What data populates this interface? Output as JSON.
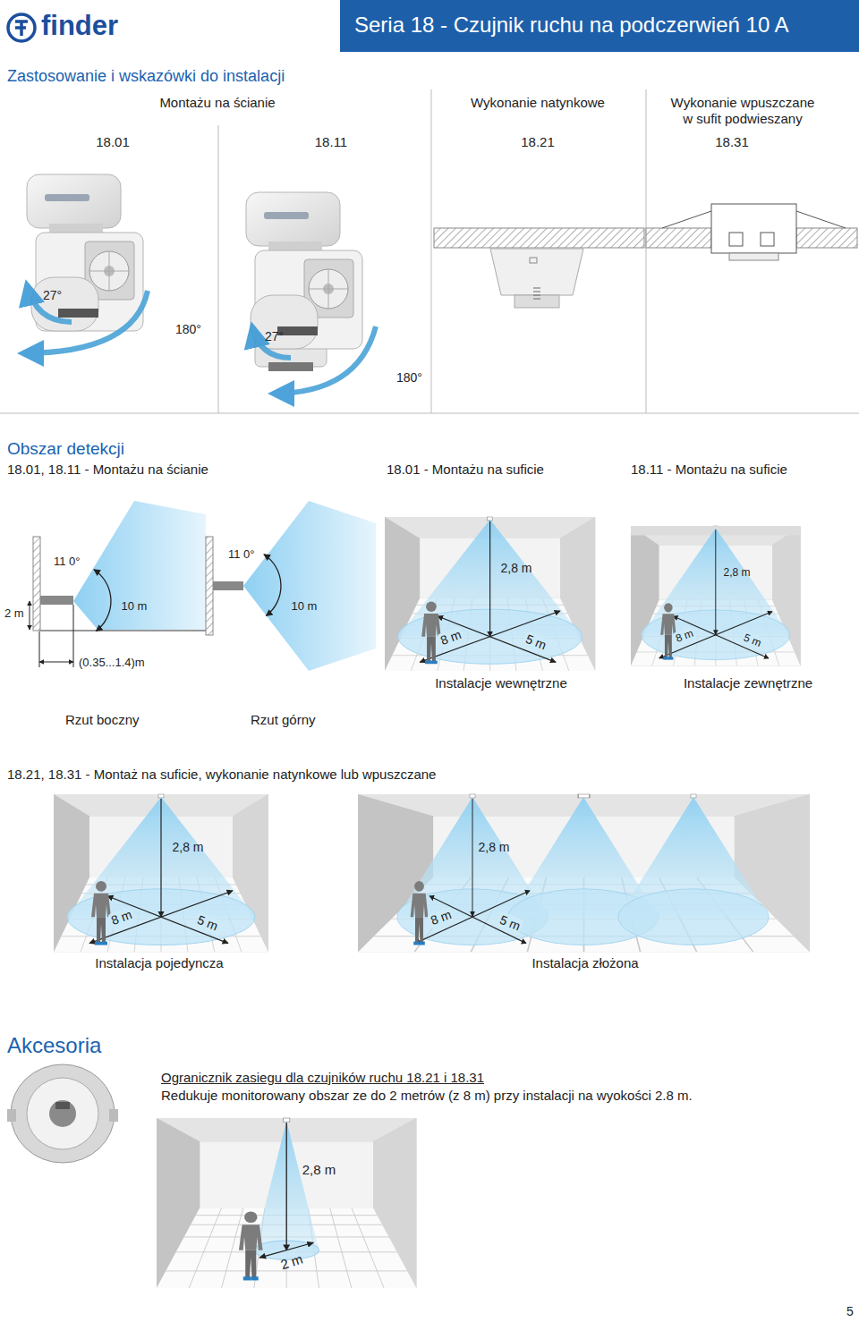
{
  "diagram": {
    "title": "Seria 18 - Czujnik ruchu na podczerwień 10 A",
    "labels": [
      "finder",
      "Zastosowanie i wskazówki do instalacji",
      "Montażu na ścianie",
      "Wykonanie natynkowe",
      "Wykonanie wpuszczane w sufit podwieszany",
      "18.01",
      "18.11",
      "18.21",
      "18.31",
      "27°",
      "180°",
      "27°",
      "180°",
      "Obszar detekcji",
      "18.01, 18.11 - Montażu na ścianie",
      "18.01 - Montażu na suficie",
      "18.11 - Montażu na suficie",
      "11 0°",
      "11 0°",
      "2 m",
      "10 m",
      "10 m",
      "(0.35...1.4)m",
      "2,8 m",
      "8 m",
      "5 m",
      "2,8 m",
      "8 m",
      "5 m",
      "Instalacje wewnętrzne",
      "Instalacje zewnętrzne",
      "Rzut boczny",
      "Rzut górny",
      "18.21, 18.31 - Montaż na suficie, wykonanie natynkowe lub wpuszczane",
      "2,8 m",
      "8 m",
      "5 m",
      "2,8 m",
      "8 m",
      "5 m",
      "Instalacja pojedyncza",
      "Instalacja złożona",
      "Akcesoria",
      "Ogranicznik zasiegu dla czujników ruchu 18.21 i 18.31",
      "Redukuje monitorowany obszar ze do 2 metrów (z 8 m) przy instalacji na wyokości 2.8 m.",
      "2,8 m",
      "2 m",
      "5"
    ]
  }
}
